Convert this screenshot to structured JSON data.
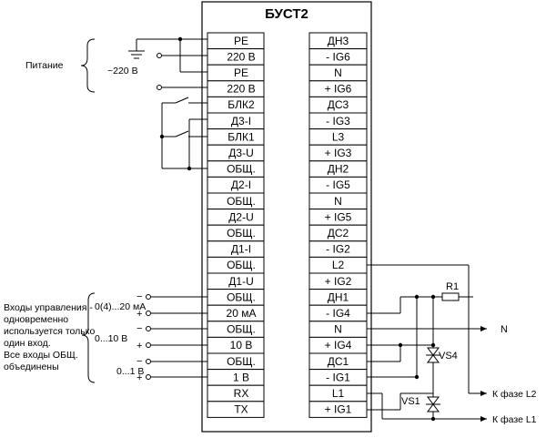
{
  "device": {
    "title": "БУСТ2",
    "left_terminals": [
      "PE",
      "220 В",
      "PE",
      "220 В",
      "БЛК2",
      "Д3-I",
      "БЛК1",
      "Д3-U",
      "ОБЩ.",
      "Д2-I",
      "ОБЩ.",
      "Д2-U",
      "ОБЩ.",
      "Д1-I",
      "ОБЩ.",
      "Д1-U",
      "ОБЩ.",
      "20 мА",
      "ОБЩ.",
      "10 В",
      "ОБЩ.",
      "1 В",
      "RX",
      "TX"
    ],
    "right_terminals": [
      "ДН3",
      "- IG6",
      "N",
      "+ IG6",
      "ДС3",
      "- IG3",
      "L3",
      "+ IG3",
      "ДН2",
      "- IG5",
      "N",
      "+ IG5",
      "ДС2",
      "- IG2",
      "L2",
      "+ IG2",
      "ДН1",
      "- IG4",
      "N",
      "+ IG4",
      "ДС1",
      "- IG1",
      "L1",
      "+ IG1"
    ]
  },
  "power": {
    "label": "Питание",
    "voltage": "~220 В"
  },
  "inputs": {
    "description": [
      "Входы управления -",
      "одновременно",
      "используется только",
      "один вход.",
      "Все входы ОБЩ.",
      "объединены"
    ],
    "ranges": [
      "0(4)...20 мА",
      "0...10 В",
      "0...1 В"
    ],
    "minus": "−",
    "plus": "+"
  },
  "outputs": {
    "r1": "R1",
    "vs4": "VS4",
    "vs1": "VS1",
    "n": "N",
    "phase_l2": "К фазе L2",
    "phase_l1": "К фазе L1"
  }
}
